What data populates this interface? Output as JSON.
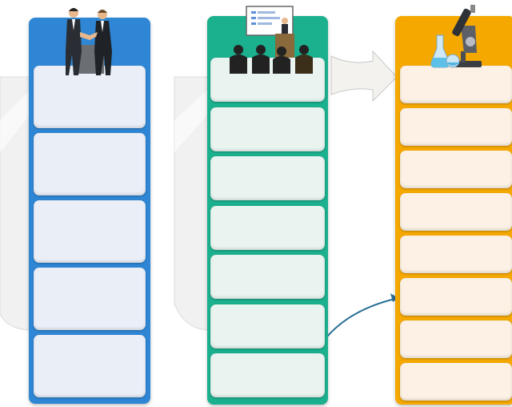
{
  "colors": {
    "column_1": "#2e86d4",
    "column_2": "#1bb08e",
    "column_3": "#f5a800",
    "card_1": "#e9eef7",
    "card_2": "#e9f3f0",
    "card_3": "#fcf1e4",
    "arrow": "#2a6f97"
  },
  "icons": {
    "column_1": "handshake-businessmen-icon",
    "column_2": "presentation-audience-icon",
    "column_3": "microscope-flask-icon"
  },
  "columns": [
    {
      "id": "col-1",
      "cards": [
        "",
        "",
        "",
        "",
        ""
      ]
    },
    {
      "id": "col-2",
      "cards": [
        "",
        "",
        "",
        "",
        "",
        "",
        ""
      ]
    },
    {
      "id": "col-3",
      "cards": [
        "",
        "",
        "",
        "",
        "",
        "",
        "",
        ""
      ]
    }
  ]
}
